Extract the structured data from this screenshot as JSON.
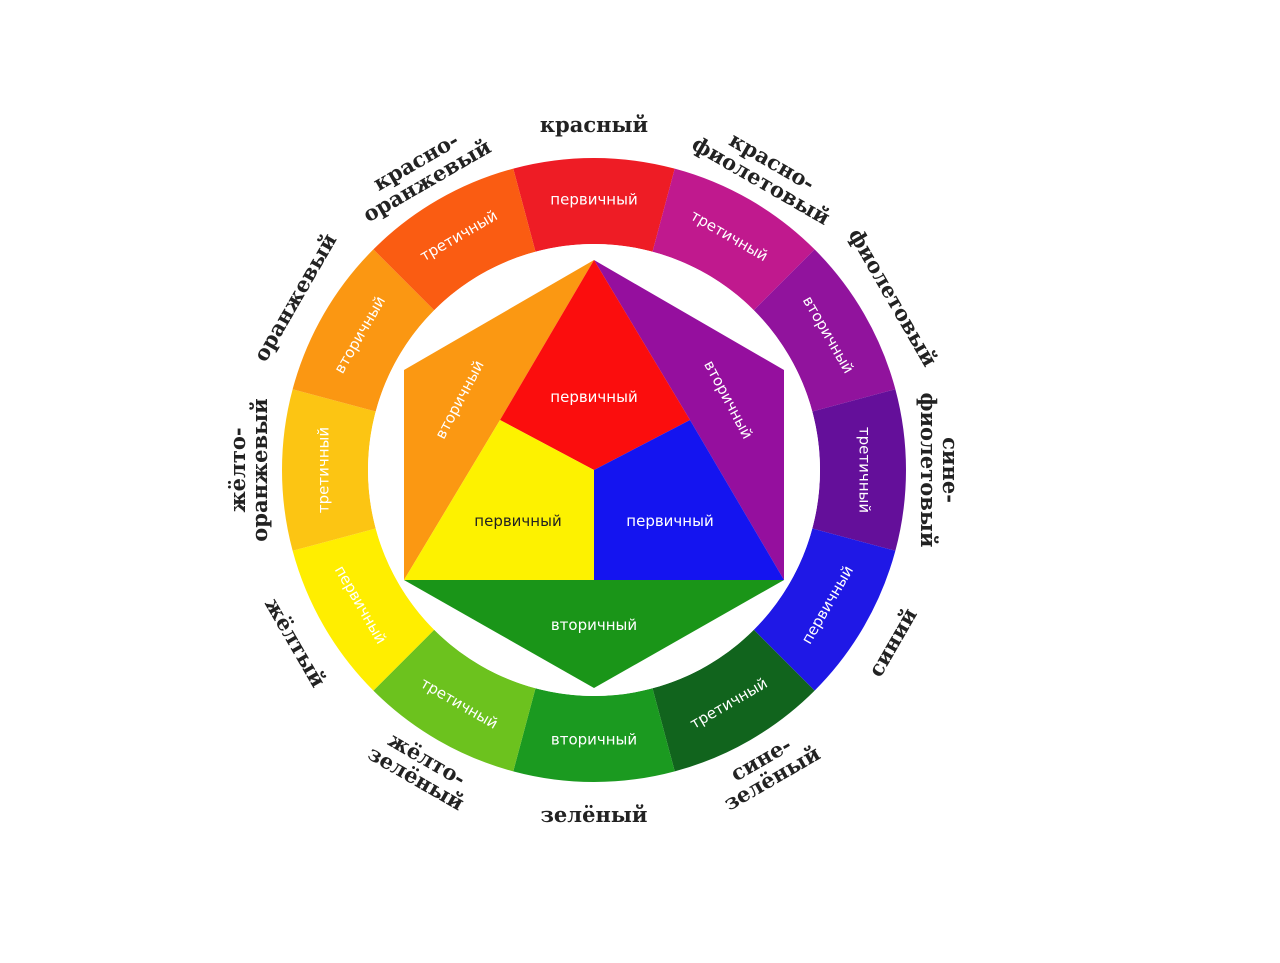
{
  "ring": [
    {
      "name_lines": [
        "красный"
      ],
      "role": "первичный",
      "color": "#ee1c25"
    },
    {
      "name_lines": [
        "красно-",
        "фиолетовый"
      ],
      "role": "третичный",
      "color": "#c0198e"
    },
    {
      "name_lines": [
        "фиолетовый"
      ],
      "role": "вторичный",
      "color": "#91139d"
    },
    {
      "name_lines": [
        "сине-",
        "фиолетовый"
      ],
      "role": "третичный",
      "color": "#640f9a"
    },
    {
      "name_lines": [
        "синий"
      ],
      "role": "первичный",
      "color": "#1f18e6"
    },
    {
      "name_lines": [
        "сине-",
        "зелёный"
      ],
      "role": "третичный",
      "color": "#11641d"
    },
    {
      "name_lines": [
        "зелёный"
      ],
      "role": "вторичный",
      "color": "#1b9a20"
    },
    {
      "name_lines": [
        "жёлто-",
        "зелёный"
      ],
      "role": "третичный",
      "color": "#6cc21e"
    },
    {
      "name_lines": [
        "жёлтый"
      ],
      "role": "первичный",
      "color": "#ffee00"
    },
    {
      "name_lines": [
        "жёлто-",
        "оранжевый"
      ],
      "role": "третичный",
      "color": "#fcc513"
    },
    {
      "name_lines": [
        "оранжевый"
      ],
      "role": "вторичный",
      "color": "#fb9712"
    },
    {
      "name_lines": [
        "красно-",
        "оранжевый"
      ],
      "role": "третичный",
      "color": "#fa5c12"
    }
  ],
  "inner": {
    "red": {
      "label": "первичный",
      "color": "#fb0d0d"
    },
    "yellow": {
      "label": "первичный",
      "color": "#fdf200"
    },
    "blue": {
      "label": "первичный",
      "color": "#1414f0"
    },
    "orange": {
      "label": "вторичный",
      "color": "#fb9812"
    },
    "violet": {
      "label": "вторичный",
      "color": "#950f9e"
    },
    "green": {
      "label": "вторичный",
      "color": "#1a9518"
    }
  }
}
